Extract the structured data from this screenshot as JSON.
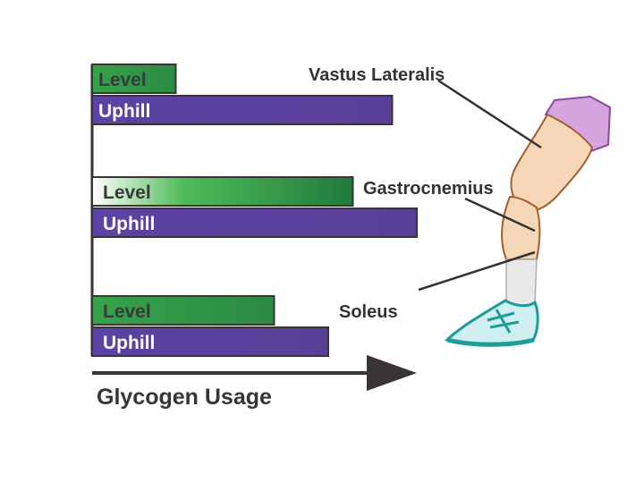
{
  "chart_data": {
    "type": "bar",
    "orientation": "horizontal",
    "xlabel": "Glycogen Usage",
    "categories": [
      "Vastus Lateralis",
      "Gastrocnemius",
      "Soleus"
    ],
    "series": [
      {
        "name": "Level",
        "values": [
          17,
          53,
          37
        ]
      },
      {
        "name": "Uphill",
        "values": [
          61,
          66,
          48
        ]
      }
    ],
    "xlim": [
      0,
      66
    ],
    "colors": {
      "Level": "#2e9a4a",
      "Uphill": "#5a3f9a"
    },
    "grid": false,
    "legend": "none"
  },
  "figure": {
    "illustration": "leg-with-running-shoe-icon"
  }
}
